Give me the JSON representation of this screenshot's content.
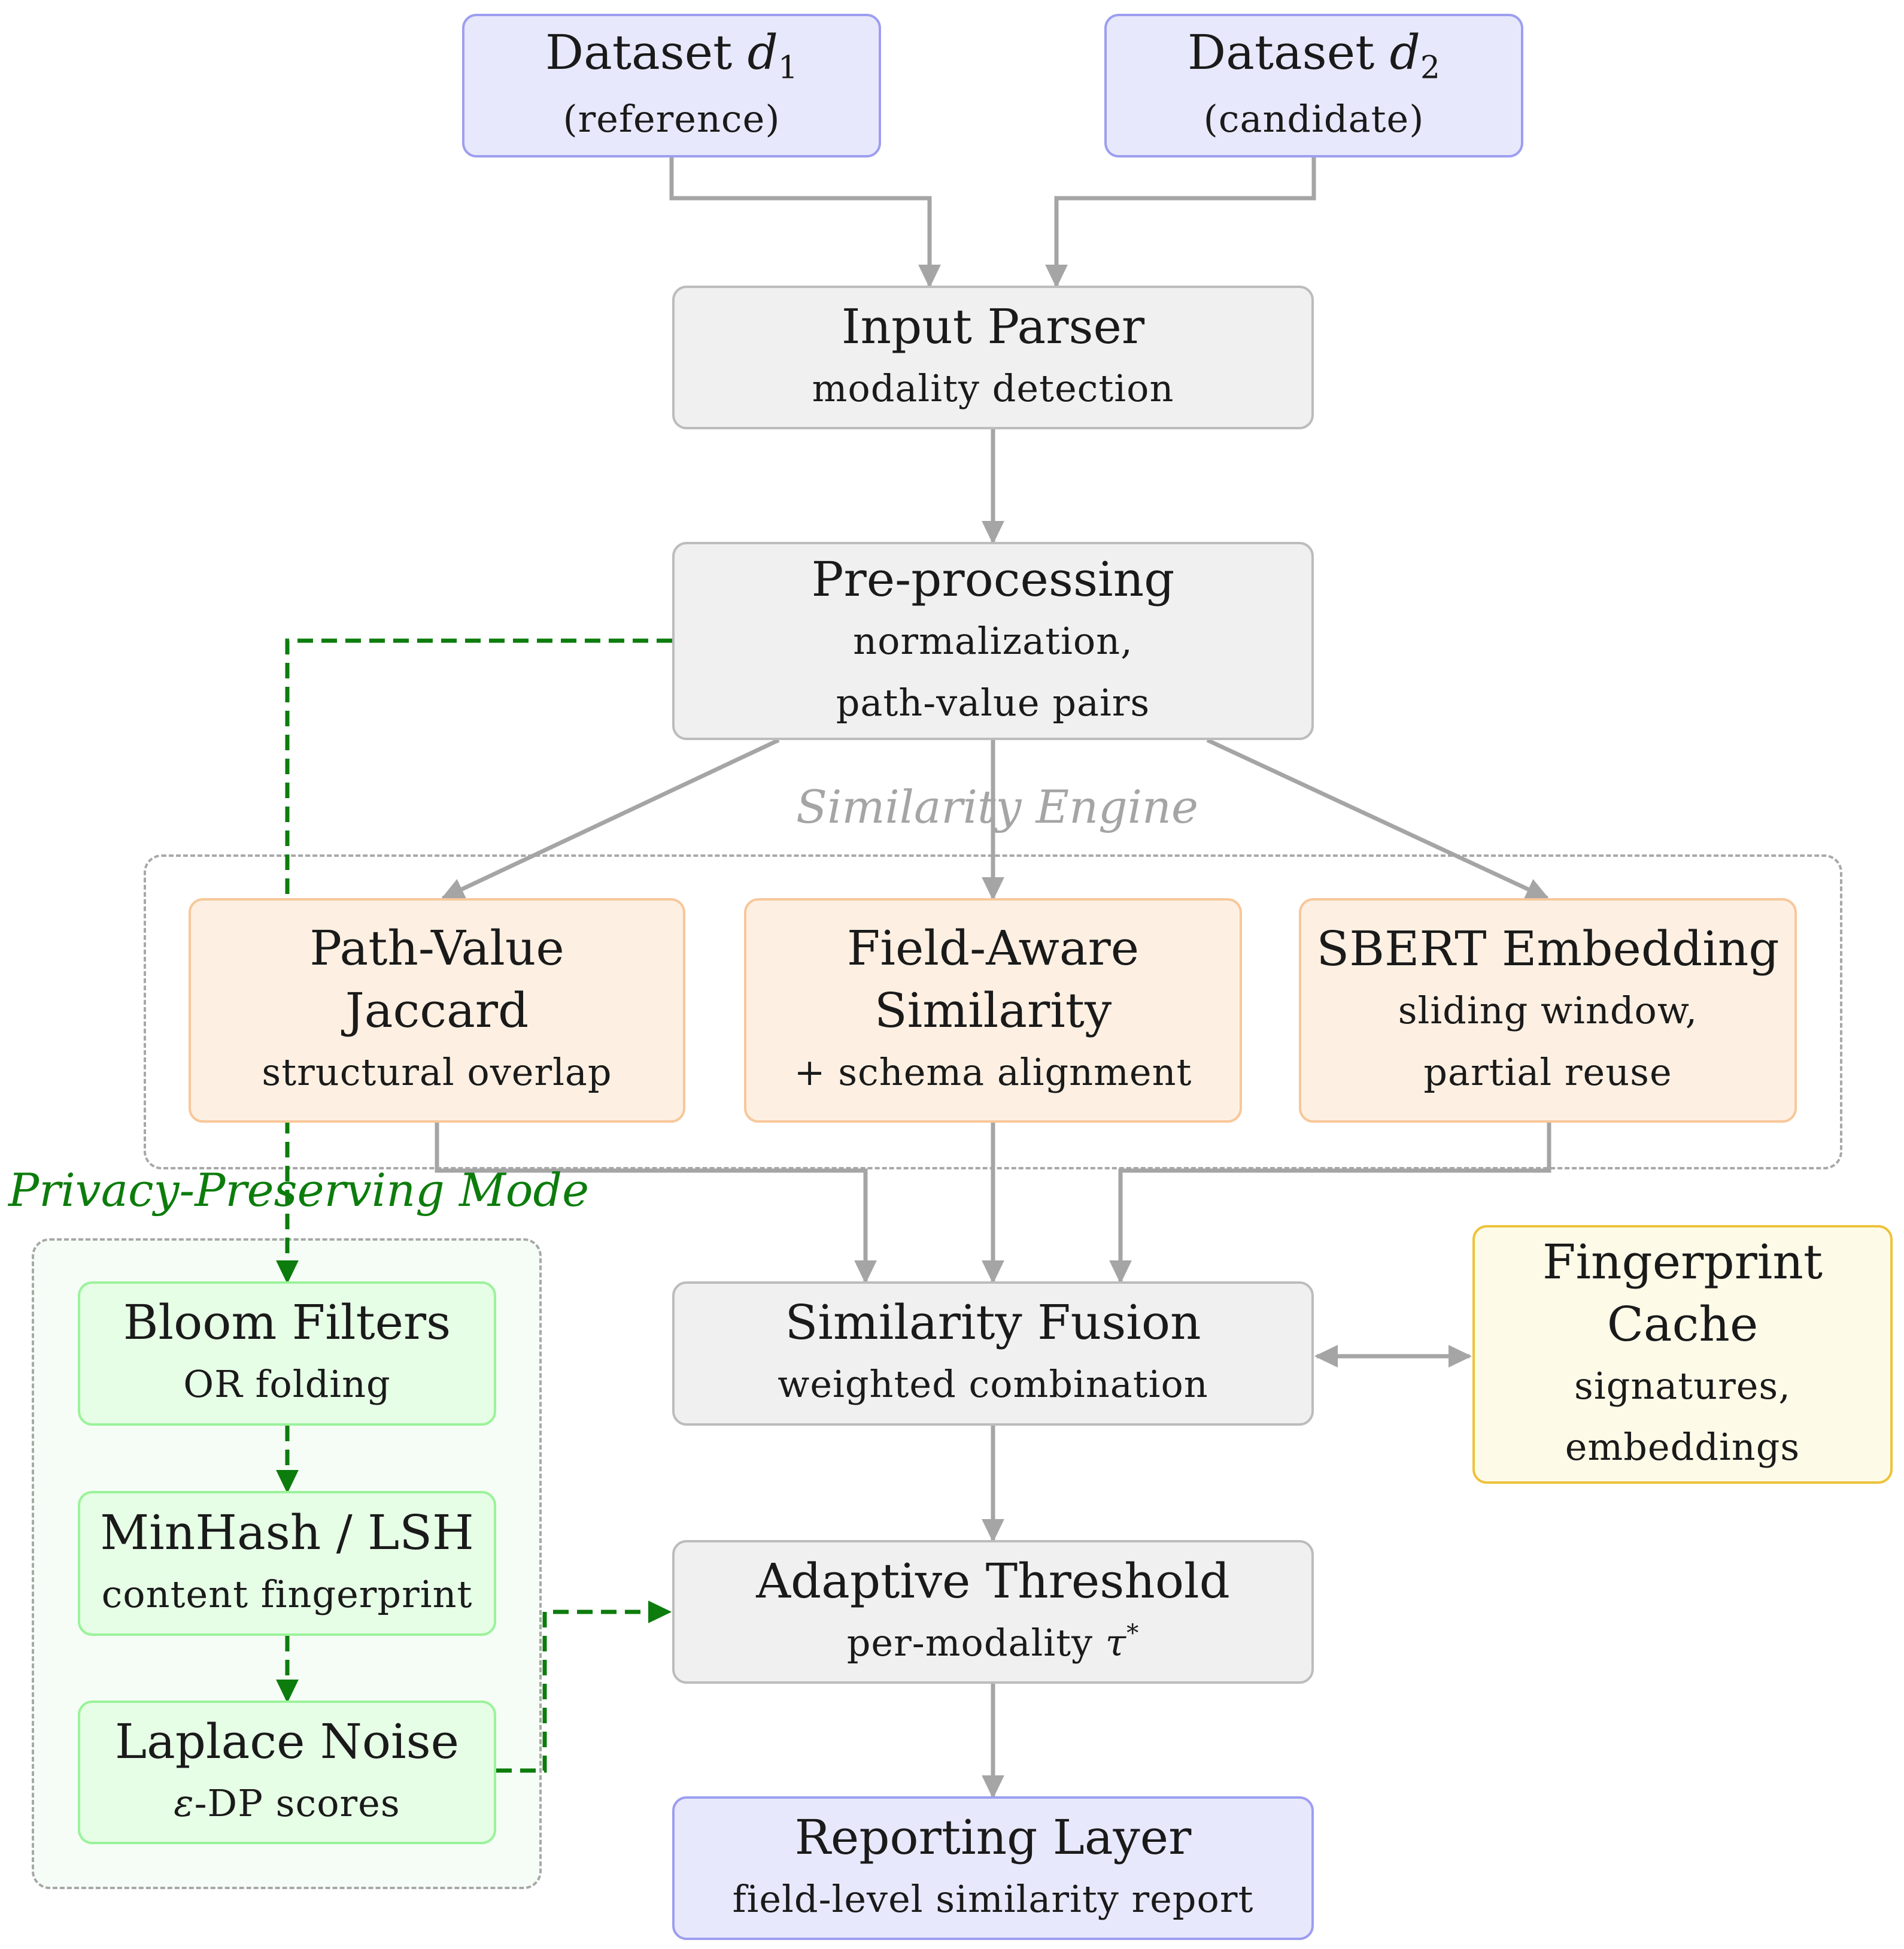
{
  "groups": {
    "similarity_engine": "Similarity Engine",
    "privacy_mode": "Privacy-Preserving Mode"
  },
  "nodes": {
    "dataset1": {
      "title": "Dataset",
      "var": "d",
      "sub": "1",
      "note": "(reference)"
    },
    "dataset2": {
      "title": "Dataset",
      "var": "d",
      "sub": "2",
      "note": "(candidate)"
    },
    "parser": {
      "title": "Input Parser",
      "note": "modality detection"
    },
    "preproc": {
      "title": "Pre-processing",
      "note1": "normalization,",
      "note2": "path-value pairs"
    },
    "pv_jaccard": {
      "title1": "Path-Value",
      "title2": "Jaccard",
      "note": "structural overlap"
    },
    "field_aware": {
      "title1": "Field-Aware",
      "title2": "Similarity",
      "note": "+ schema alignment"
    },
    "sbert": {
      "title": "SBERT Embedding",
      "note1": "sliding window,",
      "note2": "partial reuse"
    },
    "fusion": {
      "title": "Similarity Fusion",
      "note": "weighted combination"
    },
    "cache": {
      "title1": "Fingerprint",
      "title2": "Cache",
      "note1": "signatures,",
      "note2": "embeddings"
    },
    "threshold": {
      "title": "Adaptive Threshold",
      "note": "per-modality",
      "symbol": "τ",
      "sup": "*"
    },
    "reporting": {
      "title": "Reporting Layer",
      "note": "field-level similarity report"
    },
    "bloom": {
      "title": "Bloom Filters",
      "note": "OR folding"
    },
    "minhash": {
      "title": "MinHash / LSH",
      "note": "content fingerprint"
    },
    "laplace": {
      "title": "Laplace Noise",
      "symbol": "ε",
      "note": "-DP scores"
    }
  },
  "colors": {
    "io": "#e8e8fd",
    "process": "#f0f0f0",
    "similarity": "#fdf0e2",
    "privacy": "#e6fde6",
    "cache": "#fdfbe8",
    "flow_arrow": "#a5a5a5",
    "privacy_arrow": "#0c7c0c"
  }
}
